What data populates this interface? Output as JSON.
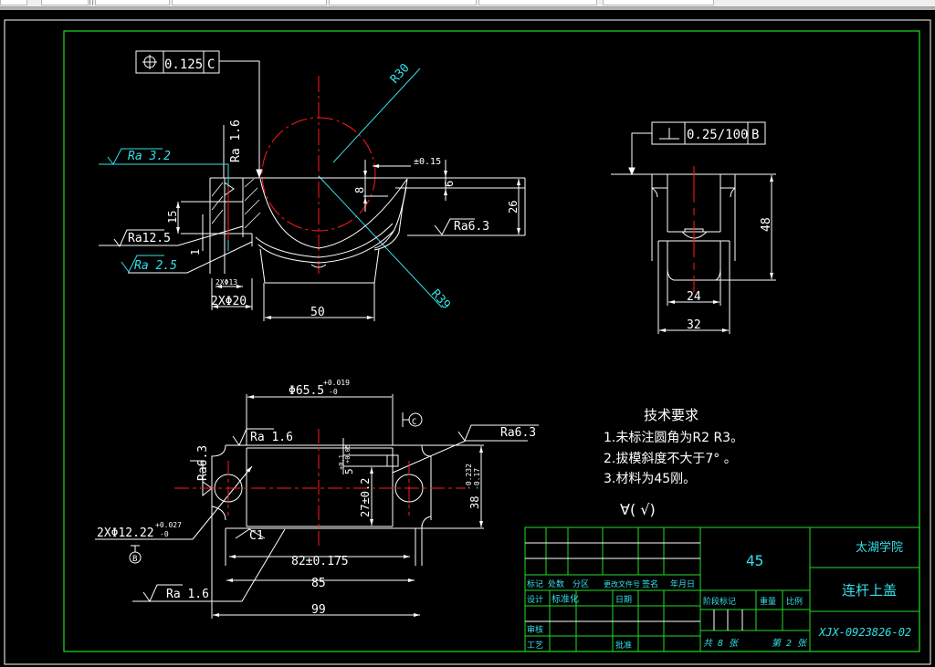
{
  "colors": {
    "background": "#000000",
    "frame": "#ffffff",
    "border": "#22dd22",
    "geometry": "#ffffff",
    "centerline": "#ff1a1a",
    "annotation": "#33e0e8"
  },
  "front_view": {
    "position_tolerance": {
      "symbol": "position-symbol",
      "value": "0.125",
      "datum": "C"
    },
    "radius_top": "R30",
    "radius_outer": "R39",
    "ra_left_cyan": "Ra 3.2",
    "ra_vertical": "Ra 1.6",
    "ra_left_lower": "Ra12.5",
    "ra_left_cyan_lower": "Ra 2.5",
    "ra_right": "Ra6.3",
    "dim_15": "15",
    "dim_1": "1",
    "dim_8": "8",
    "dim_6": "6",
    "dim_26": "26",
    "dim_50": "50",
    "dim_015": "±0.15",
    "hole_small": "2XΦ13",
    "hole_large": "2XΦ20"
  },
  "side_view": {
    "perp_tolerance": {
      "symbol": "perpendicularity-symbol",
      "value": "0.25/100",
      "datum": "B"
    },
    "dim_48": "48",
    "dim_24": "24",
    "dim_32": "32"
  },
  "top_view": {
    "bore": "Φ65.5",
    "bore_upper": "+0.019",
    "bore_lower": "-0",
    "ra_top": "Ra 1.6",
    "ra_left": "Ra6.3",
    "ra_right": "Ra6.3",
    "ra_bottom": "Ra 1.6",
    "datum_c": "C",
    "datum_b": "B",
    "holes": "2XΦ12.22",
    "holes_upper": "+0.027",
    "holes_lower": "-0",
    "chamfer": "C1",
    "dim_5": "5",
    "dim_5_tol_upper": "+0.1",
    "dim_5_tol_lower": "+0.05",
    "dim_27": "27±0.2",
    "dim_38": "38",
    "dim_38_upper": "-0.232",
    "dim_38_lower": "-0.17",
    "dim_82": "82±0.175",
    "dim_85": "85",
    "dim_99": "99"
  },
  "tech_requirements": {
    "title": "技术要求",
    "items": [
      "1.未标注圆角为R2  R3。",
      "2.拔模斜度不大于7°  。",
      "3.材料为45刚。"
    ],
    "symbols": "∀(  √)"
  },
  "title_block": {
    "material": "45",
    "school": "太湖学院",
    "part_name": "连杆上盖",
    "drawing_no": "XJX-0923826-02",
    "row_labels": [
      "标记",
      "处数",
      "分区",
      "更改文件号",
      "签名",
      "年月日"
    ],
    "design": "设计",
    "standardization": "标准化",
    "stage_mark": "阶段标记",
    "weight": "重量",
    "scale": "比例",
    "review": "审核",
    "process": "工艺",
    "approve": "批准",
    "sheets_total": "共 8 张",
    "sheet_no": "第 2 张",
    "design_date": "日期"
  }
}
